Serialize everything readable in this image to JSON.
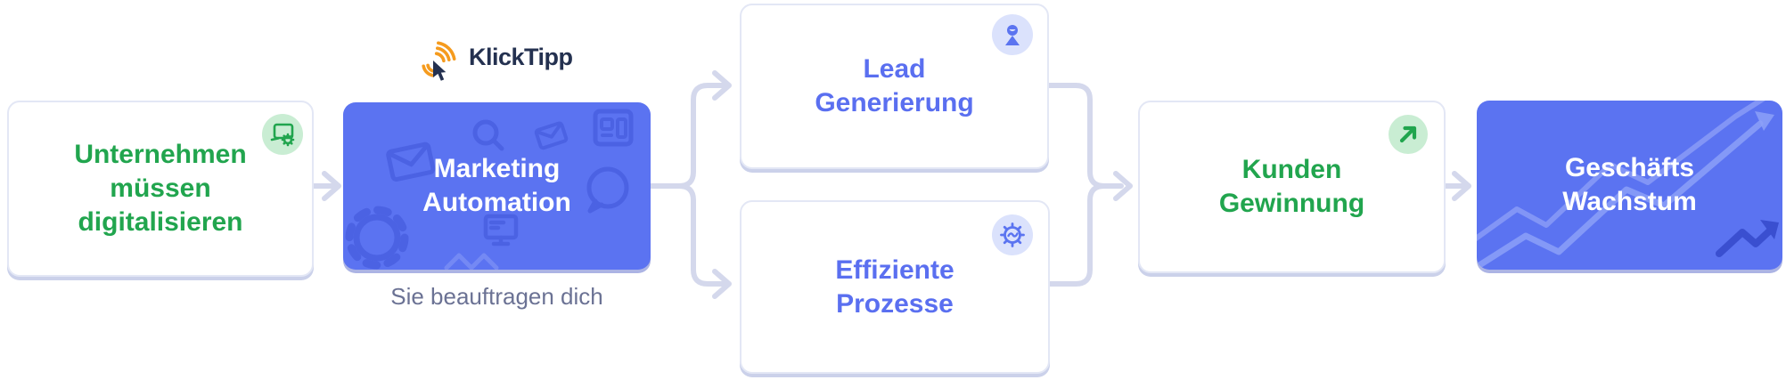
{
  "diagram": {
    "logo": {
      "text": "KlickTipp",
      "icon": "klicktipp-click-icon"
    },
    "annotation": "Sie beauftragen dich",
    "nodes": [
      {
        "label": "Unternehmen\nmüssen\ndigitalisieren",
        "variant": "white-green",
        "badge_icon": "device-gear-icon"
      },
      {
        "label": "Marketing\nAutomation",
        "variant": "blue",
        "badge_icon": ""
      },
      {
        "label": "Lead\nGenerierung",
        "variant": "white-blue",
        "badge_icon": "person-icon"
      },
      {
        "label": "Effiziente\nProzesse",
        "variant": "white-blue",
        "badge_icon": "gear-wave-icon"
      },
      {
        "label": "Kunden\nGewinnung",
        "variant": "white-green",
        "badge_icon": "arrow-up-right-icon"
      },
      {
        "label": "Geschäfts\nWachstum",
        "variant": "blue",
        "badge_icon": "trend-arrow-icon"
      }
    ],
    "colors": {
      "green_text": "#21A54E",
      "green_badge_bg": "#C9EDD3",
      "blue_fill": "#5B73F1",
      "blue_text": "#5A6FF0",
      "lavender_badge_bg": "#DBE2FC",
      "connector": "#D4D8EC",
      "logo_navy": "#243150",
      "logo_orange": "#F59B1E",
      "annotation_text": "#6B7294",
      "background": "#FFFFFF"
    }
  }
}
